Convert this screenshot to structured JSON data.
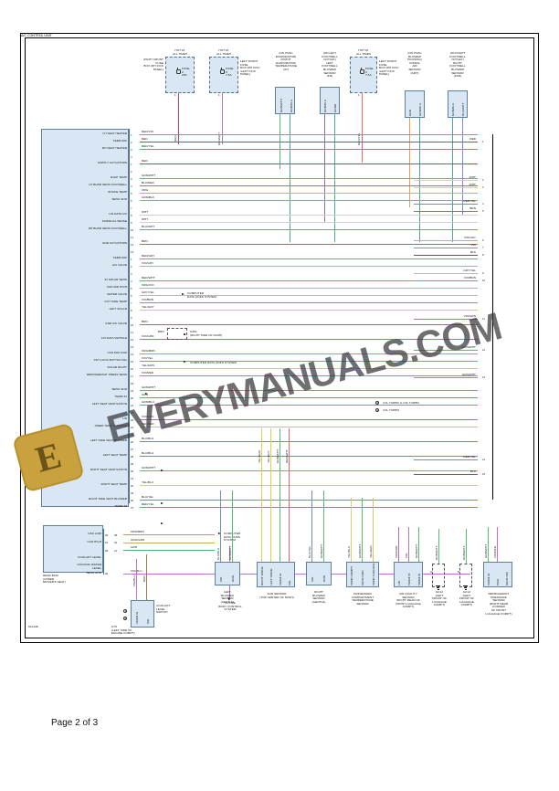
{
  "page": {
    "footer_label": "Page 2 of 3",
    "diagram_id": "812198",
    "watermark": "EVERYMANUALS.COM",
    "watermark_logo_letter": "E"
  },
  "colors": {
    "block_fill": "#d8e7f3",
    "block_stroke": "#5a7fa0",
    "frame": "#000000",
    "watermark": "rgba(55,55,60,0.72)",
    "logo": "#c9a23f"
  },
  "top_sources": [
    {
      "name": "right-front-fuse-box",
      "hot_label": "HOT AT\nALL TIMES",
      "side_label": "RIGHT FRONT\nFUSE\nBOX (RH KICK\nPANEL)",
      "fuse_label": "FUSE\n2\n20A",
      "wire_color": "RED",
      "pin": "1"
    },
    {
      "name": "left-front-fuse-box",
      "hot_label": "HOT AT\nALL TIMES",
      "side_label": "LEFT FRONT\nFUSE\nBOX (RH KICK\n/LEFT KICK\nPANEL)",
      "fuse_label": "FUSE\n9\n7.5A",
      "wire_color": "RED/GRY",
      "pin": "1"
    },
    {
      "name": "front-evaporator-temperature-sensor",
      "title": "(ON HVAC\nEVAPORATOR)\nFRONT\nEVAPORATOR\nTEMPERATURE\n(AT)",
      "pins": [
        {
          "num": "1",
          "color": "GRN/WHT"
        },
        {
          "num": "2",
          "color": "GRN/BLU"
        }
      ]
    },
    {
      "name": "left-footwell-blower-sensor",
      "title": "(ON LEFT\nFOOTWELL\nOUTLET)\nLEFT\nFOOTWELL\nBLOWER\nSENSOR\n(FR)",
      "pins": [
        {
          "num": "1",
          "color": "GRN/BLU"
        },
        {
          "num": "2",
          "color": "GRND"
        }
      ]
    },
    {
      "name": "left-front-fuse-box-2",
      "hot_label": "HOT AT\nALL TIMES",
      "side_label": "LEFT FRONT\nFUSE\nBOX (RH KICK\n/LEFT KICK\nPANEL)",
      "fuse_label": "FUSE\n9\n7.5A",
      "wire_color": "RED/YEL",
      "pin": "1"
    },
    {
      "name": "blower-housing-intake-air-sensor",
      "title": "(ON HVAC\nBLOWER\nHOUSING)\nINTAKE\nAIR\nSENSOR\n(AMT)",
      "pins": [
        {
          "num": "1",
          "color": "GRN"
        },
        {
          "num": "2",
          "color": "GRN/BLU"
        }
      ]
    },
    {
      "name": "right-footwell-blower-sensor",
      "title": "(ON RIGHT\nFOOTWELL\nOUTLET)\nRIGHT\nFOOTWELL\nBLOWER\nSENSOR\n(FFR)",
      "pins": [
        {
          "num": "1",
          "color": "GRN/BLU"
        },
        {
          "num": "2",
          "color": "BLU/WHT"
        }
      ]
    }
  ],
  "ac_control_unit": {
    "title": "A/C CONTROL UNIT",
    "rows": [
      {
        "label": "LH SEAT HEATER",
        "pin": "1",
        "color": "RED/VIO",
        "dest": "SEATS\nSYSTEM"
      },
      {
        "label": "TERM 30F",
        "pin": "2",
        "color": "RED",
        "dest": ""
      },
      {
        "label": "RH SEAT HEATER",
        "pin": "3",
        "color": "RED/YEL",
        "dest": "SEATS\nSYSTEM"
      },
      {
        "label": "",
        "pin": "4",
        "color": "",
        "dest": ""
      },
      {
        "label": "SUPPLY ACTUATORS",
        "pin": "1",
        "color": "RED",
        "dest": ""
      },
      {
        "label": "",
        "pin": "2",
        "color": "",
        "dest": ""
      },
      {
        "label": "EVAP TEMP",
        "pin": "3",
        "color": "GRN/WHT",
        "dest": ""
      },
      {
        "label": "LH BLWR SENS FOOTWELL",
        "pin": "4",
        "color": "BLU/RED",
        "dest": ""
      },
      {
        "label": "INTAKE TEMP",
        "pin": "5",
        "color": "ORG",
        "dest": ""
      },
      {
        "label": "SENS GND",
        "pin": "6",
        "color": "GRN/BLK",
        "dest": ""
      },
      {
        "label": "",
        "pin": "7",
        "color": "",
        "dest": ""
      },
      {
        "label": "LIN DATA A/C",
        "pin": "8",
        "color": "WHT",
        "dest": ""
      },
      {
        "label": "FAN/DUAL SENSE",
        "pin": "9",
        "color": "WHT",
        "dest": ""
      },
      {
        "label": "RH BLWR SENS FOOTWELL",
        "pin": "10",
        "color": "BLU/WHT",
        "dest": ""
      },
      {
        "label": "",
        "pin": "11",
        "color": "",
        "dest": ""
      },
      {
        "label": "GND ACTUATORS",
        "pin": "12",
        "color": "BRN",
        "dest": ""
      },
      {
        "label": "",
        "pin": "13",
        "color": "",
        "dest": ""
      },
      {
        "label": "TERM 30F",
        "pin": "1",
        "color": "RED/GRY",
        "dest": ""
      },
      {
        "label": "A/C VALVE",
        "pin": "2",
        "color": "VIO/GRY",
        "dest": ""
      },
      {
        "label": "",
        "pin": "3",
        "color": "",
        "dest": ""
      },
      {
        "label": "IN SOLAR SENS",
        "pin": "4",
        "color": "RED/WHT",
        "dest": ""
      },
      {
        "label": "CAN MID HIGH",
        "pin": "5",
        "color": "ORG/VIO",
        "dest": "COMPUTER\nDATA LINKS SYSTEM"
      },
      {
        "label": "WATER VALVE",
        "pin": "6",
        "color": "GRY/YEL",
        "dest": ""
      },
      {
        "label": "OUT SIDE TEMP",
        "pin": "7",
        "color": "VIO/BRN",
        "dest": ""
      },
      {
        "label": "LEFT SOLAR",
        "pin": "8",
        "color": "YEL/GRY",
        "dest": ""
      },
      {
        "label": "",
        "pin": "9",
        "color": "",
        "dest": ""
      },
      {
        "label": "GND A/C VALVE",
        "pin": "10",
        "color": "BRN",
        "dest": "G301\n(RIGHT SIDE OF DASH)"
      },
      {
        "label": "",
        "pin": "11",
        "color": "",
        "dest": ""
      },
      {
        "label": "LIN DATA VEHICLE",
        "pin": "12",
        "color": "VIO/GRN",
        "dest": ""
      },
      {
        "label": "",
        "pin": "13",
        "color": "",
        "dest": ""
      },
      {
        "label": "CAN MID LOW",
        "pin": "14",
        "color": "ORG/BRN",
        "dest": "COMPUTER DATA LINKS SYSTEM"
      },
      {
        "label": "CNT LOCK BUTTON SIG",
        "pin": "15",
        "color": "VIO/YEL",
        "dest": ""
      },
      {
        "label": "SOLAR RIGHT",
        "pin": "16",
        "color": "YEL/GRN",
        "dest": ""
      },
      {
        "label": "REFRIGERANT PRESS SENS",
        "pin": "17",
        "color": "VIO/RED",
        "dest": ""
      },
      {
        "label": "",
        "pin": "18",
        "color": "",
        "dest": ""
      },
      {
        "label": "SENS GND",
        "pin": "19",
        "color": "GRN/WHT",
        "dest": ""
      },
      {
        "label": "TERM 31",
        "pin": "20",
        "color": "GRN",
        "dest": ""
      },
      {
        "label": "LEFT SEAT VENTILATION",
        "pin": "21",
        "color": "GRN/BLU",
        "dest": "SEATS SYSTEM"
      },
      {
        "label": "",
        "pin": "22",
        "color": "",
        "dest": ""
      },
      {
        "label": "LIN",
        "pin": "23",
        "color": "VIO/GRN",
        "dest": ""
      },
      {
        "label": "INNER TEMP SURFACE",
        "pin": "24",
        "color": "YEL/RED",
        "dest": ""
      },
      {
        "label": "",
        "pin": "25",
        "color": "",
        "dest": ""
      },
      {
        "label": "LEFT SIDE VENT BLOWER",
        "pin": "26",
        "color": "BLU/BLU",
        "dest": ""
      },
      {
        "label": "",
        "pin": "27",
        "color": "",
        "dest": ""
      },
      {
        "label": "LEFT SEAT TEMP",
        "pin": "28",
        "color": "BLU/BLU",
        "dest": "SEATS SYSTEM"
      },
      {
        "label": "",
        "pin": "29",
        "color": "",
        "dest": ""
      },
      {
        "label": "RIGHT SEAT VENTILATION",
        "pin": "30",
        "color": "GRN/WHT",
        "dest": "SEATS SYSTEM"
      },
      {
        "label": "",
        "pin": "31",
        "color": "",
        "dest": ""
      },
      {
        "label": "RIGHT SEAT TEMP",
        "pin": "32",
        "color": "YEL/BLU",
        "dest": "SEATS SYSTEM"
      },
      {
        "label": "",
        "pin": "33",
        "color": "",
        "dest": ""
      },
      {
        "label": "RIGHT SIDE VENT BLOWER",
        "pin": "36",
        "color": "BLU/YEL",
        "dest": ""
      },
      {
        "label": "TERM 30",
        "pin": "37",
        "color": "RED/YEL",
        "dest": ""
      },
      {
        "label": "PASSENGER TEMP",
        "pin": "38",
        "color": "BLK/GRN",
        "dest": ""
      },
      {
        "label": "COMPRESSOR CLUTCH",
        "pin": "39",
        "color": "BLU",
        "dest": ""
      },
      {
        "label": "SENS GND",
        "pin": "40",
        "color": "GRN/WHT",
        "dest": ""
      }
    ]
  },
  "rear_bcm": {
    "title": "REAR BCM\n(UNDER\nDRIVER'S SEAT)",
    "rows": [
      {
        "label": "CAN LOW",
        "pinA": "39",
        "pinB": "38",
        "color": "ORG/BRN",
        "dest": "COMPUTER\nDATA LINKS\nSYSTEM"
      },
      {
        "label": "CAN HIGH",
        "pinA": "22",
        "pinB": "42",
        "color": "ORG/GRN",
        "dest": ""
      },
      {
        "label": "",
        "pinA": "28",
        "pinB": "21",
        "color": "GRN",
        "dest": ""
      },
      {
        "label": "COOLANT LEVEL",
        "pinA": "",
        "pinB": "",
        "color": "",
        "dest": ""
      },
      {
        "label": "COOLING WATER\nLEVEL",
        "pinA": "",
        "pinB": "",
        "color": "",
        "dest": ""
      },
      {
        "label": "SENS GND",
        "pinA": "40",
        "pinB": "",
        "color": "VIO/BLU",
        "dest": ""
      }
    ],
    "markers": [
      "1",
      "2"
    ]
  },
  "bottom_components": [
    {
      "name": "active-body-control-system",
      "title": "ACTIVE\nBODY CONTROL\nSYSTEM",
      "color": "VIO/BLU"
    },
    {
      "name": "coolant-level-switch",
      "title": "COOLANT\nLEVEL\nSWITCH",
      "sublabel": "G75\n(LEFT SIDE OF\nENGINE COMPT)",
      "pins": [
        {
          "num": "1",
          "label": "TERM 31"
        },
        {
          "num": "2",
          "label": "SIG"
        }
      ],
      "colors": [
        "VIO/BLU",
        "BRN",
        "GRN"
      ]
    },
    {
      "name": "left-blower-sensor-centre",
      "title": "LEFT\nBLOWER\nSENSOR\n(CENTLE)",
      "pins": [
        {
          "num": "1",
          "label": "SIG"
        },
        {
          "num": "2",
          "label": "GND"
        }
      ],
      "colors": [
        "BLU/BLU",
        "GRN/WHT"
      ]
    },
    {
      "name": "sun-sensor",
      "title": "SUN SENSOR\n(TOP CENTER OF DASH)",
      "pins": [
        {
          "num": "1",
          "label": "RIGHT DIODE"
        },
        {
          "num": "2",
          "label": "LEFT DIODE"
        },
        {
          "num": "3",
          "label": "TERM 31"
        },
        {
          "num": "4",
          "label": "SIG"
        }
      ],
      "colors": [
        "YEL/GRN",
        "YEL/GRY",
        "GRN/WHT",
        "RED/WHT"
      ]
    },
    {
      "name": "right-blower-sensor-gentle",
      "title": "RIGHT\nBLOWER\nSENSOR\n(GENTLE)",
      "pins": [
        {
          "num": "1",
          "label": "SIG"
        },
        {
          "num": "2",
          "label": "GND"
        }
      ],
      "colors": [
        "BLU/YEL",
        "GRN/WHT"
      ]
    },
    {
      "name": "passenger-compartment-temperature-sensor",
      "title": "PASSENGER\nCOMPARTMENT\nTEMPERATURE\nSENSOR",
      "pins": [
        {
          "num": "1",
          "label": "TEMP COMPT"
        },
        {
          "num": "2",
          "label": "SENS GND"
        },
        {
          "num": "3",
          "label": "TEMP SURFACE"
        }
      ],
      "colors": [
        "YEL/BLU",
        "GRN/WHT",
        "YEL/RED"
      ]
    },
    {
      "name": "air-quality-sensor",
      "title": "AIR QUALITY\nSENSOR\n(RIGHT REAR OF\nFRONT LUGGAGE\nCOMPT)",
      "pins": [
        {
          "num": "1",
          "label": "LIN"
        },
        {
          "num": "2",
          "label": "TERM 15"
        },
        {
          "num": "3",
          "label": "TERM 31"
        }
      ],
      "colors": [
        "VIO/GRN",
        "VIO",
        "GRN/WHT"
      ]
    },
    {
      "name": "ground-gf12",
      "title": "GF12\n(LEFT\nFRONT OF\nLUGGAGE\nCOMPT)",
      "color": "GRN/WHT",
      "pin": "A"
    },
    {
      "name": "ground-gf12-b",
      "title": "GF12\n(LEFT\nFRONT OF\nLUGGAGE\nCOMPT)",
      "color": "GRN/WHT",
      "pin": "D"
    },
    {
      "name": "refrigerant-pressure-sensor",
      "title": "REFRIGERANT\nPRESSURE\nSENSOR\n(RIGHT REAR\nCORNER\nOF FRONT\nLUGGAGE COMPT)",
      "pins": [
        {
          "num": "1",
          "label": "TERM 31"
        },
        {
          "num": "2",
          "label": "PWR"
        },
        {
          "num": "3",
          "label": "SENS SIG"
        }
      ],
      "colors": [
        "GRN/WHT",
        "VIO/RED"
      ]
    }
  ],
  "notes": [
    {
      "marker": "1",
      "text": "3.0L TURBO & 2.0L TURBO"
    },
    {
      "marker": "2",
      "text": "4.0L TURBO"
    }
  ],
  "right_edge_wires": [
    {
      "pin": "1",
      "color": "RED"
    },
    {
      "pin": "2",
      "color": "WHT"
    },
    {
      "pin": "3",
      "color": "WHT"
    },
    {
      "pin": "4",
      "color": "RED/YEL"
    },
    {
      "pin": "5",
      "color": "BRN"
    },
    {
      "pin": "6",
      "color": "VIO/GRY"
    },
    {
      "pin": "7",
      "color": "VIO"
    },
    {
      "pin": "8",
      "color": "BLK"
    },
    {
      "pin": "9",
      "color": "GRY/YEL"
    },
    {
      "pin": "10",
      "color": "VIO/BRN"
    },
    {
      "pin": "11",
      "color": "VIO/GRN"
    },
    {
      "pin": "12",
      "color": "GRN/WHT"
    },
    {
      "pin": "13",
      "color": "GRN/WHT"
    },
    {
      "pin": "14",
      "color": "RED/YEL"
    },
    {
      "pin": "15",
      "color": "BLU"
    }
  ],
  "inline_destinations": [
    {
      "text": "SEATS\nSYSTEM"
    },
    {
      "text": "COMPUTER\nDATA LINKS SYSTEM"
    },
    {
      "text": "COMPUTER DATA LINKS SYSTEM"
    },
    {
      "text": "SEATS SYSTEM"
    },
    {
      "text": "G301\n(RIGHT SIDE OF DASH)"
    }
  ]
}
